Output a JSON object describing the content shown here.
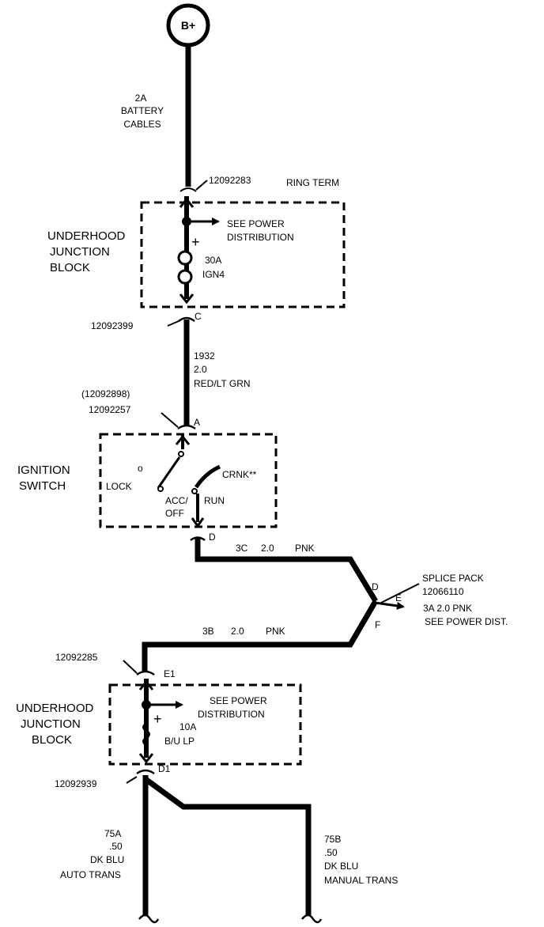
{
  "source": {
    "label": "B+"
  },
  "battery_cable": {
    "circuit": "2A",
    "line1": "BATTERY",
    "line2": "CABLES"
  },
  "ring_term": {
    "part": "12092283",
    "label": "RING TERM"
  },
  "junction_block_top": {
    "name_line1": "UNDERHOOD",
    "name_line2": "JUNCTION",
    "name_line3": "BLOCK",
    "see_line1": "SEE POWER",
    "see_line2": "DISTRIBUTION",
    "fuse_rating": "30A",
    "fuse_name": "IGN4",
    "plus": "+"
  },
  "connector_c": {
    "part": "12092399",
    "pin": "C"
  },
  "wire_1932": {
    "circuit": "1932",
    "gauge": "2.0",
    "color": "RED/LT GRN"
  },
  "connector_a": {
    "alt_part": "(12092898)",
    "part": "12092257",
    "pin": "A"
  },
  "ignition_switch": {
    "name_line1": "IGNITION",
    "name_line2": "SWITCH",
    "lock": "LOCK",
    "lock_mark": "o",
    "acc": "ACC/",
    "off": "OFF",
    "run": "RUN",
    "crnk": "CRNK**"
  },
  "pin_d": "D",
  "wire_3c": {
    "circuit": "3C",
    "gauge": "2.0",
    "color": "PNK"
  },
  "splice": {
    "line1": "SPLICE PACK",
    "line2": "12066110",
    "pin_d": "D",
    "pin_e": "E",
    "pin_f": "F",
    "out_line1": "3A  2.0  PNK",
    "out_line2": "SEE POWER DIST."
  },
  "wire_3b": {
    "circuit": "3B",
    "gauge": "2.0",
    "color": "PNK"
  },
  "connector_e1": {
    "part": "12092285",
    "pin": "E1"
  },
  "junction_block_bottom": {
    "name_line1": "UNDERHOOD",
    "name_line2": "JUNCTION",
    "name_line3": "BLOCK",
    "see_line1": "SEE POWER",
    "see_line2": "DISTRIBUTION",
    "fuse_rating": "10A",
    "fuse_name": "B/U LP",
    "plus": "+"
  },
  "connector_d1": {
    "part": "12092939",
    "pin": "D1"
  },
  "wire_75a": {
    "circuit": "75A",
    "gauge": ".50",
    "color": "DK BLU",
    "desc": "AUTO TRANS"
  },
  "wire_75b": {
    "circuit": "75B",
    "gauge": ".50",
    "color": "DK BLU",
    "desc": "MANUAL TRANS"
  }
}
